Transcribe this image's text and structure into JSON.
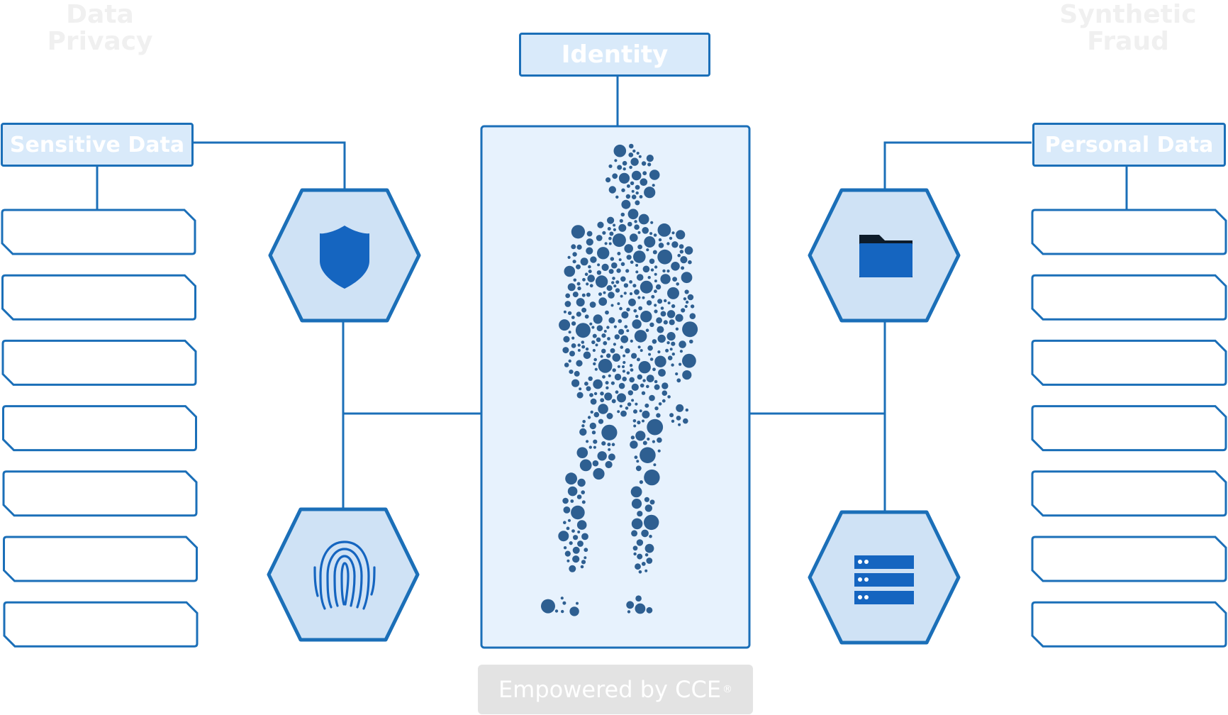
{
  "diagram": {
    "center_label": "Identity",
    "left_header": "Sensitive Data",
    "right_header": "Personal Data",
    "left_title_line1": "Data",
    "left_title_line2": "Privacy",
    "right_title_line1": "Synthetic",
    "right_title_line2": "Fraud",
    "footer_text": "Empowered by CCE",
    "footer_mark": "®",
    "icons": [
      "shield-icon",
      "fingerprint-icon",
      "folder-icon",
      "server-icon"
    ],
    "left_slot_count": 7,
    "right_slot_count": 7
  },
  "colors": {
    "line": "#1b6fb8",
    "box_fill": "#d9eafa",
    "panel_fill": "#e7f2fd",
    "hex_fill": "#cfe2f5",
    "icon": "#1565c0",
    "figure_dot": "#2e5f91",
    "footer_bg": "#e3e3e3"
  }
}
